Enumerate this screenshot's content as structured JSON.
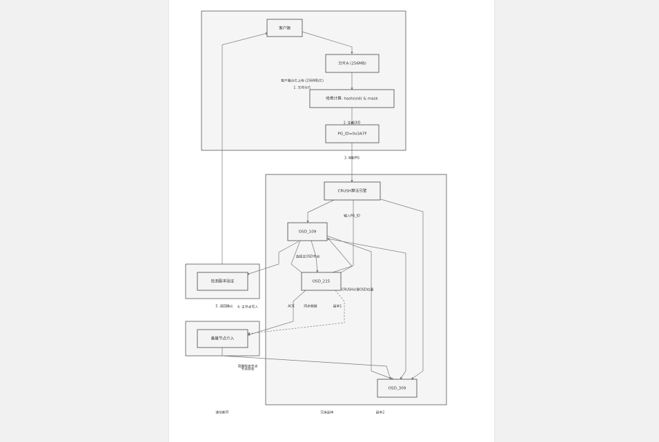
{
  "nodes": {
    "client": "客户端",
    "shard": "分片A (256MB)",
    "hash": "哈希计算: hash(oid) & mask",
    "pgid": "PG_ID=0x3A7F",
    "crush": "CRUSH算法引擎",
    "osd109": "OSD_109",
    "osd215": "OSD_215",
    "osd309": "OSD_309",
    "verify": "检测副本验证",
    "standby": "备援节点介入"
  },
  "edges": {
    "upload": "客户端分片上传 (256MB/片)",
    "file_shard": "1. 文件分片",
    "gen_oid": "2. 生成OID",
    "map_pg": "3. 映射PG",
    "input_pg": "输入PG_ID",
    "select_primary": "选择主OSD节点",
    "crush_calc": "CRUSH计算OSD位置",
    "ack": "ACK",
    "sync": "同步数据",
    "replica1": "副本1",
    "write_done": "4. 主节点写入",
    "return_confirm": "5. 返回确认",
    "heartbeat_a": "周期检查节点",
    "heartbeat_b": "节点状态",
    "disconnect": "通信断开",
    "dual_replica": "冗余副本",
    "replica2": "副本2"
  }
}
